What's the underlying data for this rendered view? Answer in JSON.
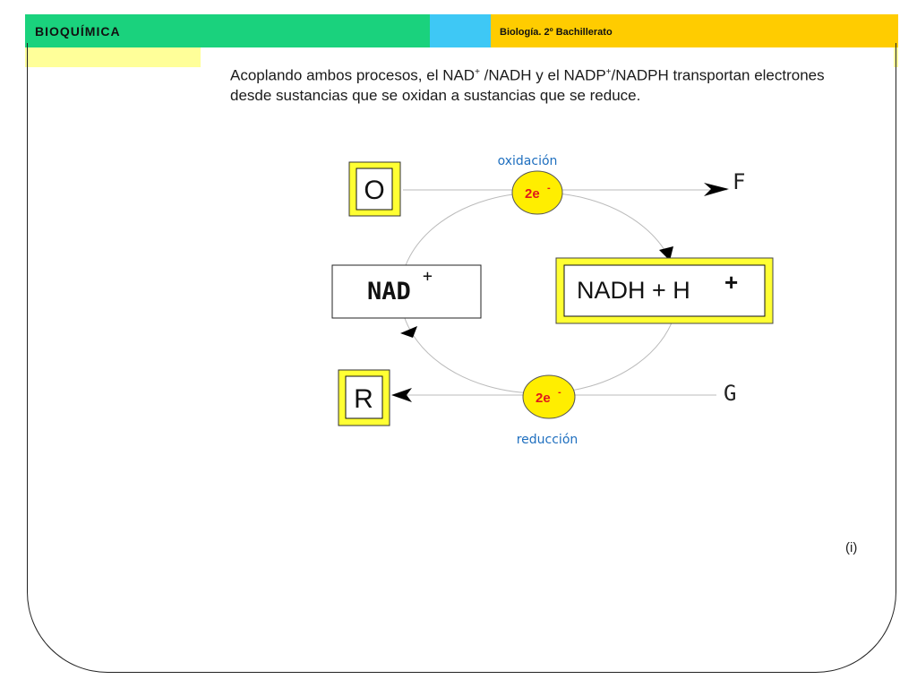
{
  "header": {
    "title": "BIOQUÍMICA",
    "subject": "Biología. 2º Bachillerato"
  },
  "intro": {
    "part1": "Acoplando ambos procesos, el  NAD",
    "sup1": "+",
    "part2": " /NADH y el  NADP",
    "sup2": "+",
    "part3": "/NADPH transportan electrones desde sustancias que se oxidan a sustancias que se reduce."
  },
  "diagram": {
    "oxidation_label": "oxidación",
    "reduction_label": "reducción",
    "electron_top": "2e",
    "electron_top_sup": "-",
    "electron_bottom": "2e",
    "electron_bottom_sup": "-",
    "box_o": "O",
    "box_r": "R",
    "label_f": "F",
    "label_g": "G",
    "nad": "NAD",
    "nad_sup": "+",
    "nadh": "NADH + H",
    "nadh_sup": "+"
  },
  "corner_mark": "(i)",
  "colors": {
    "header_green": "#1ad27d",
    "header_cyan": "#3ec8f5",
    "header_yellow": "#ffcc00",
    "box_yellow": "#ffff33",
    "electron_yellow": "#ffee00",
    "electron_text": "#e0191b",
    "label_blue": "#1f6fbf"
  }
}
